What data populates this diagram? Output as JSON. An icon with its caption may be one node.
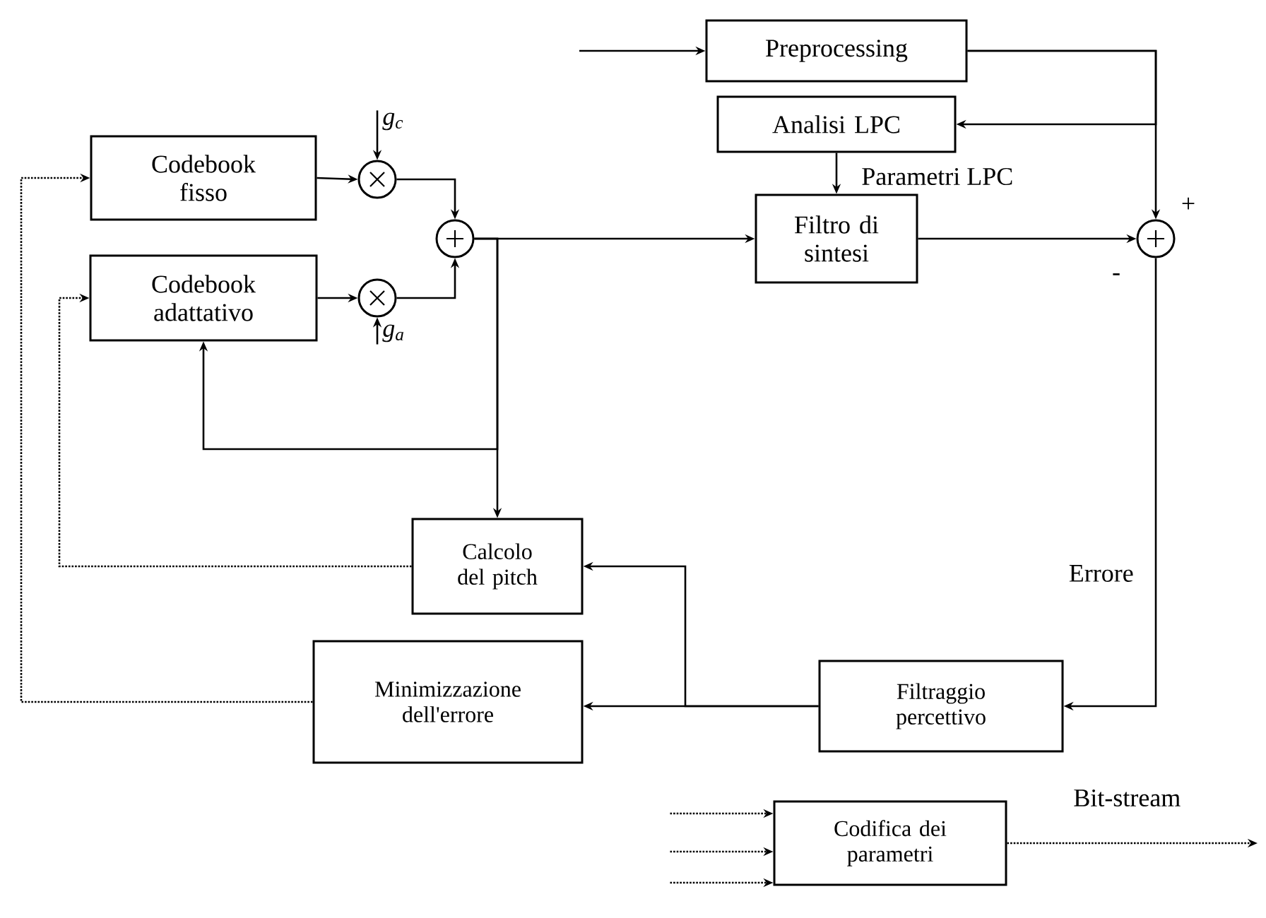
{
  "diagram": {
    "nodes": [
      {
        "text": [
          "Preprocessing"
        ]
      },
      {
        "text": [
          "Analisi LPC"
        ]
      },
      {
        "text": [
          "Filtro di sintesi"
        ]
      },
      {
        "text": [
          "Codebook fisso"
        ]
      },
      {
        "text": [
          "Codebook adattativo"
        ]
      },
      {
        "text": [],
        "shape": "circle"
      },
      {
        "text": [],
        "shape": "circle"
      },
      {
        "text": [],
        "shape": "circle"
      },
      {
        "text": [],
        "shape": "circle"
      },
      {
        "text": [
          "g$_{c}$"
        ]
      },
      {
        "text": [
          "g$_{a}$"
        ]
      },
      {
        "text": [
          "Calcolo del pitch"
        ]
      },
      {
        "text": [
          "Minimizzazione dell'errore"
        ]
      },
      {
        "text": [
          "Filtraggio percettivo"
        ]
      },
      {
        "text": [
          "Codifica dei parametri"
        ]
      }
    ],
    "edges": [
      {
        "from": null,
        "to": 0,
        "arrow": "to"
      },
      {
        "from": 0,
        "to": 8,
        "arrow": "to"
      },
      {
        "from": 0,
        "to": 1,
        "arrow": "to"
      },
      {
        "from": 1,
        "to": 2,
        "arrow": "to",
        "label": "Parametri LPC"
      },
      {
        "from": 2,
        "to": 8,
        "arrow": "to"
      },
      {
        "from": 9,
        "to": 5,
        "arrow": "to"
      },
      {
        "from": 10,
        "to": 6,
        "arrow": "to"
      },
      {
        "from": 3,
        "to": 5,
        "arrow": "to"
      },
      {
        "from": 4,
        "to": 6,
        "arrow": "to"
      },
      {
        "from": 5,
        "to": 7,
        "arrow": "to"
      },
      {
        "from": 6,
        "to": 7,
        "arrow": "to"
      },
      {
        "from": 7,
        "to": 2,
        "arrow": "to"
      },
      {
        "from": 7,
        "to": 11,
        "arrow": "to"
      },
      {
        "from": 7,
        "to": 4,
        "arrow": "to"
      },
      {
        "from": 8,
        "to": 13,
        "arrow": "to",
        "label": "Errore"
      },
      {
        "from": 13,
        "to": 12,
        "arrow": "to"
      },
      {
        "from": 13,
        "to": 11,
        "arrow": "to"
      },
      {
        "from": 11,
        "to": 4,
        "arrow": "to",
        "style": "dashed"
      },
      {
        "from": 12,
        "to": 3,
        "arrow": "to",
        "style": "dashed"
      },
      {
        "from": 14,
        "to": null,
        "arrow": "to",
        "style": "dashed",
        "label": "Bit-stream"
      },
      {
        "from": null,
        "to": 14,
        "arrow": "to",
        "style": "dashed"
      },
      {
        "from": null,
        "to": 14,
        "arrow": "to",
        "style": "dashed"
      },
      {
        "from": null,
        "to": 14,
        "arrow": "to",
        "style": "dashed"
      }
    ],
    "labels": [
      "+",
      "-"
    ]
  }
}
